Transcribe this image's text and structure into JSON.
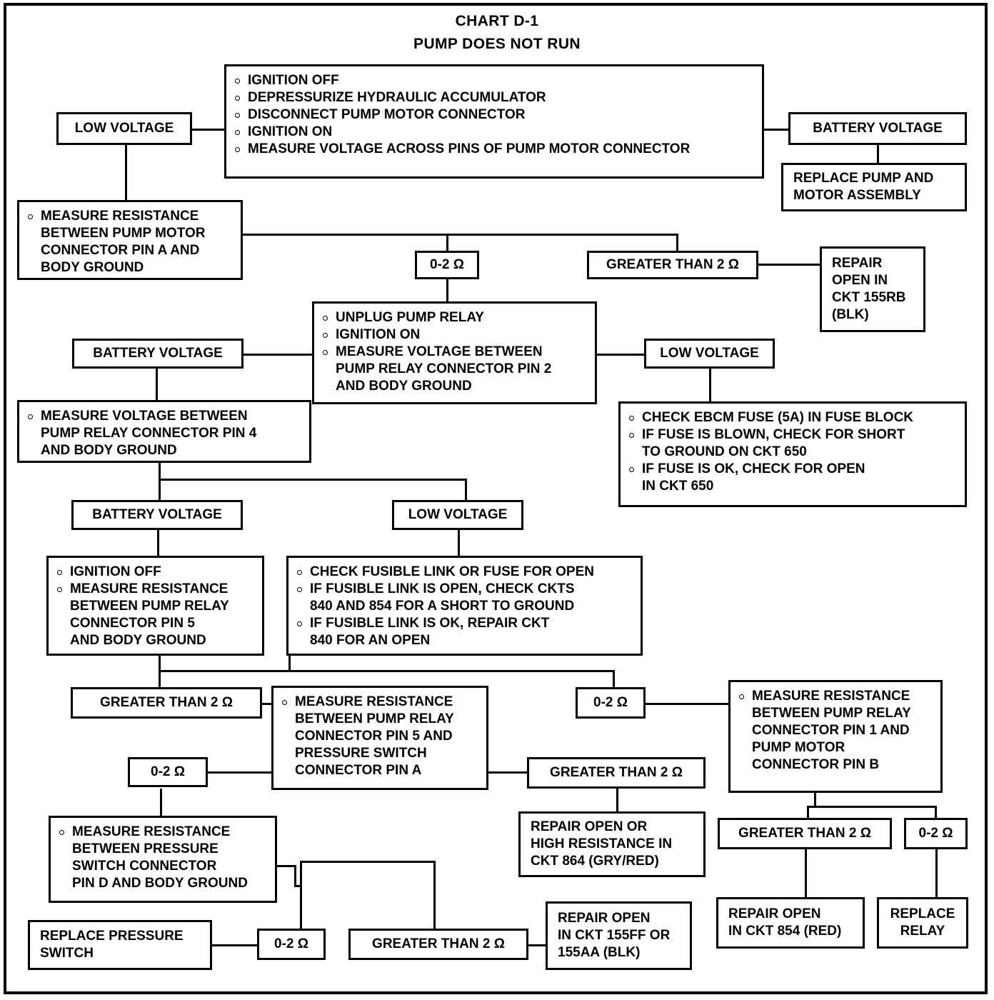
{
  "title": {
    "main": "CHART D-1",
    "sub": "PUMP DOES NOT RUN"
  },
  "nodes": {
    "low_voltage_1": "LOW VOLTAGE",
    "steps_top": [
      "IGNITION OFF",
      "DEPRESSURIZE HYDRAULIC ACCUMULATOR",
      "DISCONNECT PUMP MOTOR CONNECTOR",
      "IGNITION ON",
      "MEASURE VOLTAGE ACROSS PINS OF PUMP MOTOR CONNECTOR"
    ],
    "battery_voltage_1": "BATTERY VOLTAGE",
    "replace_pump_motor": "REPLACE PUMP AND\nMOTOR ASSEMBLY",
    "measure_pin_a": [
      "MEASURE RESISTANCE\nBETWEEN PUMP MOTOR\nCONNECTOR PIN A AND\nBODY GROUND"
    ],
    "ohm_0_2_a": "0-2 Ω",
    "gt2_a": "GREATER THAN 2 Ω",
    "repair_155rb": "REPAIR\nOPEN IN\nCKT 155RB\n(BLK)",
    "steps_relay": [
      "UNPLUG PUMP RELAY",
      "IGNITION ON",
      "MEASURE VOLTAGE BETWEEN\nPUMP RELAY CONNECTOR PIN 2\nAND BODY GROUND"
    ],
    "battery_voltage_2": "BATTERY VOLTAGE",
    "low_voltage_2": "LOW VOLTAGE",
    "check_ebcm_fuse": [
      "CHECK EBCM FUSE (5A) IN FUSE BLOCK",
      "IF FUSE IS BLOWN, CHECK FOR SHORT\nTO GROUND ON CKT 650",
      "IF FUSE IS OK, CHECK FOR OPEN\nIN CKT 650"
    ],
    "measure_pin_4": [
      "MEASURE VOLTAGE BETWEEN\nPUMP RELAY CONNECTOR PIN 4\nAND BODY GROUND"
    ],
    "battery_voltage_3": "BATTERY VOLTAGE",
    "low_voltage_3": "LOW VOLTAGE",
    "ignition_off_pin5": [
      "IGNITION OFF",
      "MEASURE RESISTANCE\nBETWEEN PUMP RELAY\nCONNECTOR PIN 5\nAND BODY GROUND"
    ],
    "check_fusible": [
      "CHECK FUSIBLE LINK OR FUSE FOR OPEN",
      "IF FUSIBLE LINK IS OPEN, CHECK CKTS\n840 AND 854 FOR A SHORT TO GROUND",
      "IF FUSIBLE LINK IS OK, REPAIR CKT\n840 FOR AN OPEN"
    ],
    "gt2_b": "GREATER THAN 2 Ω",
    "measure_pin5_pressure": [
      "MEASURE RESISTANCE\nBETWEEN PUMP RELAY\nCONNECTOR PIN 5 AND\nPRESSURE SWITCH\nCONNECTOR PIN A"
    ],
    "ohm_0_2_b": "0-2 Ω",
    "measure_pin1_pinb": [
      "MEASURE RESISTANCE\nBETWEEN PUMP RELAY\nCONNECTOR PIN 1 AND\nPUMP MOTOR\nCONNECTOR PIN B"
    ],
    "ohm_0_2_c": "0-2 Ω",
    "gt2_c": "GREATER THAN 2 Ω",
    "repair_864": "REPAIR OPEN OR\nHIGH RESISTANCE IN\nCKT 864 (GRY/RED)",
    "gt2_d": "GREATER THAN 2 Ω",
    "ohm_0_2_d": "0-2 Ω",
    "measure_pressure_pin_d": [
      "MEASURE RESISTANCE\nBETWEEN PRESSURE\nSWITCH CONNECTOR\nPIN D AND BODY GROUND"
    ],
    "repair_854": "REPAIR OPEN\nIN CKT 854 (RED)",
    "replace_relay": "REPLACE\nRELAY",
    "replace_pressure_switch": "REPLACE PRESSURE\nSWITCH",
    "ohm_0_2_e": "0-2 Ω",
    "gt2_e": "GREATER THAN 2 Ω",
    "repair_155ff": "REPAIR OPEN\nIN CKT 155FF OR\n155AA (BLK)"
  }
}
